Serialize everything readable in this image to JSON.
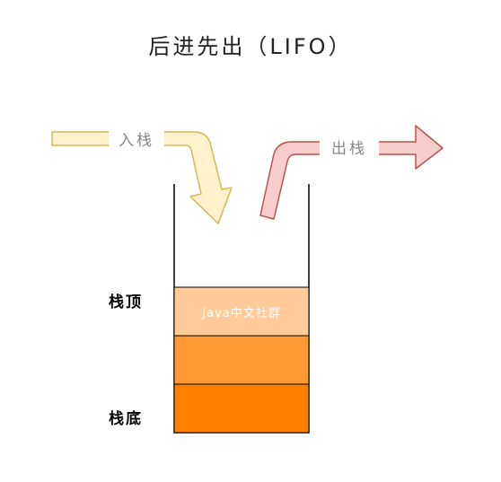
{
  "title": "后进先出（LIFO）",
  "push_label": "入栈",
  "pop_label": "出栈",
  "stack": {
    "top_label": "栈顶",
    "bottom_label": "栈底",
    "top_element_text": "Java中文社群"
  },
  "colors": {
    "push_arrow_fill": "#fff2cc",
    "push_arrow_stroke": "#d6b656",
    "pop_arrow_fill": "#f8cecc",
    "pop_arrow_stroke": "#b85450",
    "block_top": "#ffcc99",
    "block_middle": "#ff9933",
    "block_bottom": "#ff8000",
    "container_stroke": "#000000"
  }
}
